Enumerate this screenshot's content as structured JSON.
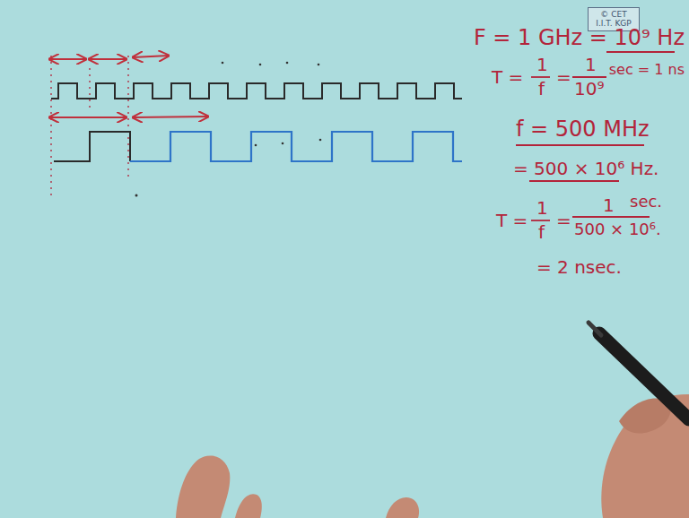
{
  "diagram": {
    "nodes": [
      {
        "text": [
          "© CET I.I.T. KGP"
        ]
      }
    ],
    "labels": [
      "F = 1 GHz = 10⁹ Hz",
      "T =",
      "1",
      "f",
      "=",
      "1",
      "10⁹",
      "sec = 1 ns",
      "f = 500 MHz",
      "= 500 × 10⁶ Hz.",
      "T =",
      "1",
      "f",
      "=",
      "1",
      "500 × 10⁶.",
      "sec.",
      "= 2 nsec."
    ]
  }
}
